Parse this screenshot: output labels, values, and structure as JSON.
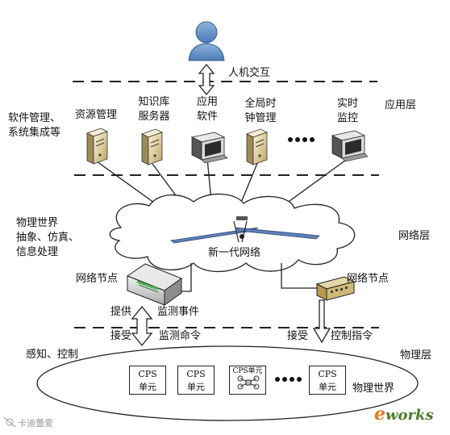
{
  "layers": {
    "application": "应用层",
    "network": "网络层",
    "physical": "物理层"
  },
  "hmi": "人机交互",
  "side_labels": {
    "software_mgmt": [
      "软件管理、",
      "系统集成等"
    ],
    "physical_world": [
      "物理世界",
      "抽象、仿真、",
      "信息处理"
    ],
    "sense_control": "感知、控制"
  },
  "app_items": [
    {
      "lines": [
        "资源管理"
      ],
      "icon": "server-icon"
    },
    {
      "lines": [
        "知识库",
        "服务器"
      ],
      "icon": "server-icon"
    },
    {
      "lines": [
        "应用",
        "软件"
      ],
      "icon": "monitor-icon"
    },
    {
      "lines": [
        "全局时",
        "钟管理"
      ],
      "icon": "server-icon"
    },
    {
      "lines": [
        "实时",
        "监控"
      ],
      "icon": "monitor-icon"
    }
  ],
  "network": {
    "cloud_label": "新一代网络",
    "node_label": "网络节点"
  },
  "arrows": {
    "provide": "提供",
    "monitor_event": "监测事件",
    "receive": "接受",
    "monitor_command": "监测命令",
    "control_instruction": "控制指令"
  },
  "cps_units": [
    {
      "lines": [
        "CPS",
        "单元"
      ]
    },
    {
      "lines": [
        "CPS",
        "单元"
      ]
    },
    {
      "lines": [
        "CPS单元"
      ],
      "has_icon": true
    },
    {
      "lines": [
        "CPS",
        "单元"
      ]
    }
  ],
  "physical_world_label": "物理世界",
  "watermarks": {
    "left": "卡迪蕾爱",
    "brand": "works",
    "brand_prefix": "e"
  }
}
